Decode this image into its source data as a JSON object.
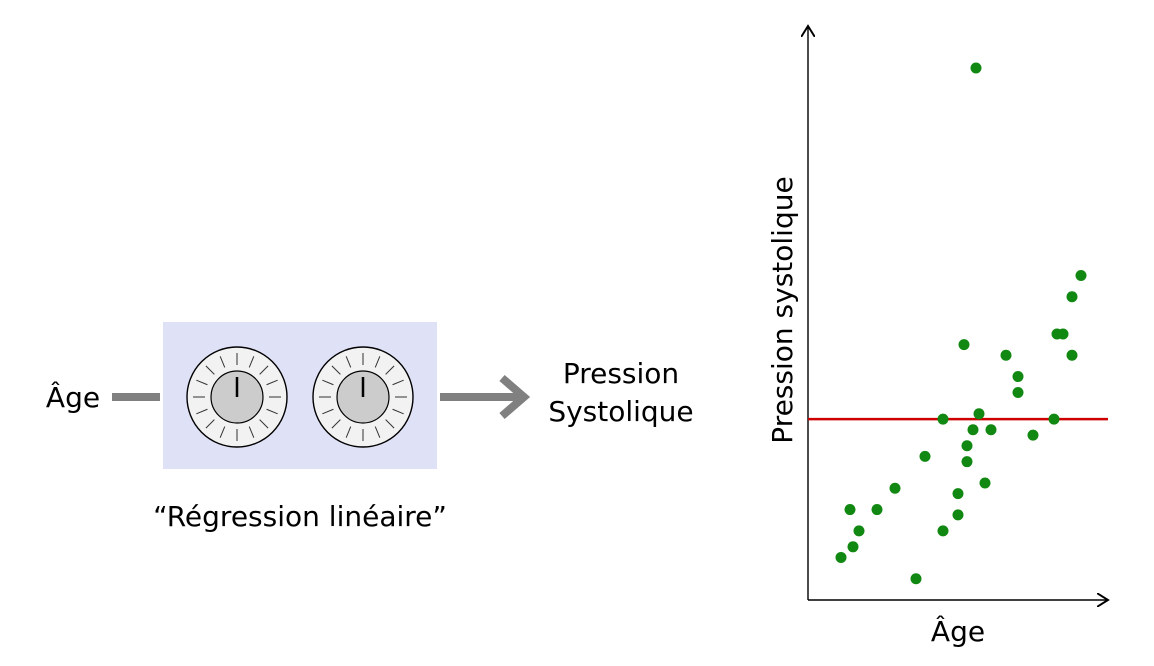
{
  "input_label": "Âge",
  "model_label": "“Régression linéaire”",
  "output_label": {
    "line1": "Pression",
    "line2": "Systolique"
  },
  "colors": {
    "panel": "#dfe1f7",
    "arrow": "#808080",
    "dot": "#118811",
    "fit_line": "#cc0000",
    "knob_outer": "#f2f2f2",
    "knob_inner": "#cccccc"
  },
  "knobs": [
    {
      "name": "knob-1",
      "value": 0.5
    },
    {
      "name": "knob-2",
      "value": 0.5
    }
  ],
  "chart_data": {
    "type": "scatter",
    "xlabel": "Âge",
    "ylabel": "Pression systolique",
    "xlim": [
      0,
      100
    ],
    "ylim": [
      0,
      100
    ],
    "points": [
      {
        "x": 11,
        "y": 8
      },
      {
        "x": 15,
        "y": 10
      },
      {
        "x": 17,
        "y": 13
      },
      {
        "x": 14,
        "y": 17
      },
      {
        "x": 23,
        "y": 17
      },
      {
        "x": 29,
        "y": 21
      },
      {
        "x": 36,
        "y": 4
      },
      {
        "x": 39,
        "y": 27
      },
      {
        "x": 45,
        "y": 13
      },
      {
        "x": 50,
        "y": 16
      },
      {
        "x": 50,
        "y": 20
      },
      {
        "x": 53,
        "y": 26
      },
      {
        "x": 53,
        "y": 29
      },
      {
        "x": 55,
        "y": 32
      },
      {
        "x": 57,
        "y": 35
      },
      {
        "x": 59,
        "y": 22
      },
      {
        "x": 61,
        "y": 32
      },
      {
        "x": 45,
        "y": 34
      },
      {
        "x": 52,
        "y": 48
      },
      {
        "x": 66,
        "y": 46
      },
      {
        "x": 70,
        "y": 42
      },
      {
        "x": 70,
        "y": 39
      },
      {
        "x": 75,
        "y": 31
      },
      {
        "x": 82,
        "y": 34
      },
      {
        "x": 83,
        "y": 50
      },
      {
        "x": 85,
        "y": 50
      },
      {
        "x": 88,
        "y": 46
      },
      {
        "x": 88,
        "y": 57
      },
      {
        "x": 91,
        "y": 61
      },
      {
        "x": 56,
        "y": 100
      }
    ],
    "fit_line": {
      "y": 34
    },
    "grid": false,
    "legend": "none"
  }
}
